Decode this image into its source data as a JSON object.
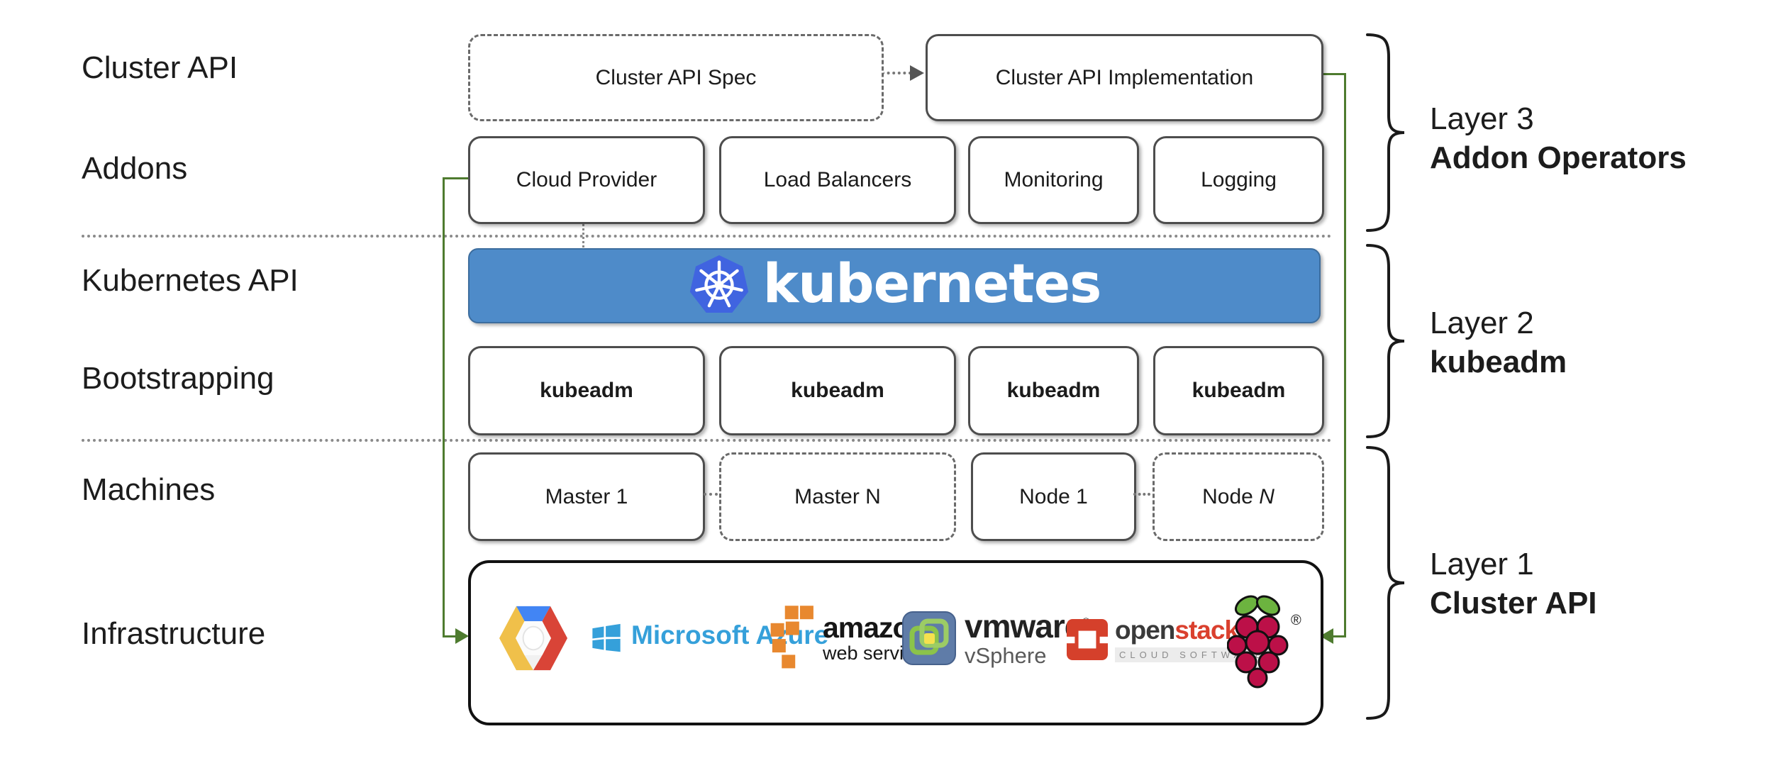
{
  "row_labels": [
    "Cluster API",
    "Addons",
    "Kubernetes API",
    "Bootstrapping",
    "Machines",
    "Infrastructure"
  ],
  "top_row": {
    "spec": "Cluster API Spec",
    "implementation": "Cluster API Implementation"
  },
  "addons": [
    "Cloud Provider",
    "Load Balancers",
    "Monitoring",
    "Logging"
  ],
  "kubernetes_banner": {
    "wordmark": "kubernetes"
  },
  "bootstrapping": [
    "kubeadm",
    "kubeadm",
    "kubeadm",
    "kubeadm"
  ],
  "machines": [
    {
      "label": "Master 1"
    },
    {
      "label": "Master N"
    },
    {
      "label": "Node 1"
    },
    {
      "label_prefix": "Node ",
      "label_n": "N"
    }
  ],
  "infrastructure": {
    "providers": [
      {
        "name": "google-cloud"
      },
      {
        "name": "microsoft-azure",
        "text": "Microsoft Azure"
      },
      {
        "name": "amazon-web-services",
        "text_line1": "amazon",
        "text_line2": "web services"
      },
      {
        "name": "vmware-vsphere",
        "text_line1": "vmware",
        "reg_mark": "®",
        "text_line2": "vSphere"
      },
      {
        "name": "openstack",
        "text_open": "open",
        "text_stack": "stack",
        "tm_mark": "™",
        "subtext": "CLOUD SOFTWARE"
      },
      {
        "name": "raspberry-pi",
        "reg_mark": "®"
      }
    ]
  },
  "layers": [
    {
      "line1": "Layer 3",
      "line2": "Addon Operators"
    },
    {
      "line1": "Layer 2",
      "line2": "kubeadm"
    },
    {
      "line1": "Layer 1",
      "line2": "Cluster API"
    }
  ],
  "colors": {
    "banner_blue": "#4e8bc9",
    "kubernetes_logo_blue": "#4064e0",
    "connector_green": "#4e7b2f",
    "box_border_gray": "#4d4d4d",
    "azure_blue": "#35a0da",
    "aws_orange": "#e8882f",
    "openstack_red": "#da402e",
    "raspberry_red": "#bc1048",
    "leaf_green": "#6cb33f"
  }
}
